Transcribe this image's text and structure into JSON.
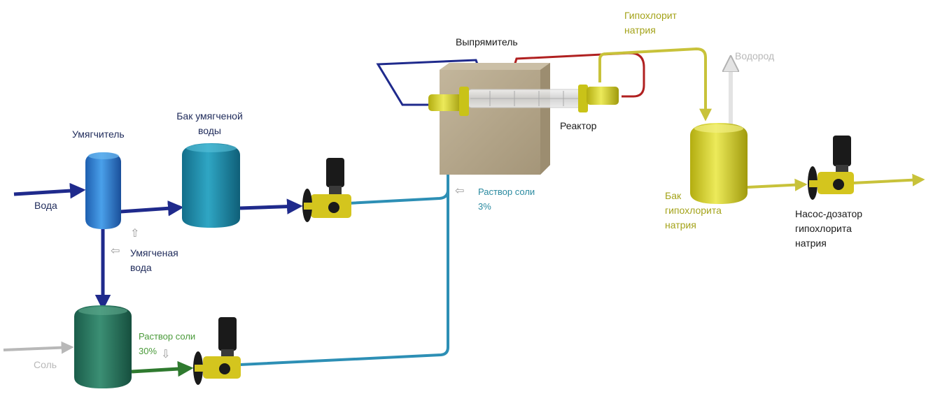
{
  "labels": {
    "water": "Вода",
    "softener": "Умягчитель",
    "soft_tank": "Бак умягченой\nводы",
    "soft_water": "Умягченая\nвода",
    "salt": "Соль",
    "brine30": "Раствор соли\n30%",
    "rectifier": "Выпрямитель",
    "reactor": "Реактор",
    "brine3": "Раствор соли\n3%",
    "hypochlorite": "Гипохлорит\nнатрия",
    "hydrogen": "Водород",
    "hypo_tank": "Бак\nгипохлорита\nнатрия",
    "dosing_pump": "Насос-дозатор\nгипохлорита\nнатрия"
  },
  "colors": {
    "water_line": "#1f2a8c",
    "soft_line": "#1f2a8c",
    "brine_line": "#2d8fb5",
    "hypo_line": "#c8c23a",
    "hydrogen_line": "#d9d9d9",
    "salt_line": "#b8b8b8",
    "brine30_line": "#2f7a2f",
    "cathode_line": "#b02020",
    "pump_body": "#d4c51e",
    "pump_motor": "#1a1a1a",
    "rectifier_box": "#b5a88e"
  }
}
